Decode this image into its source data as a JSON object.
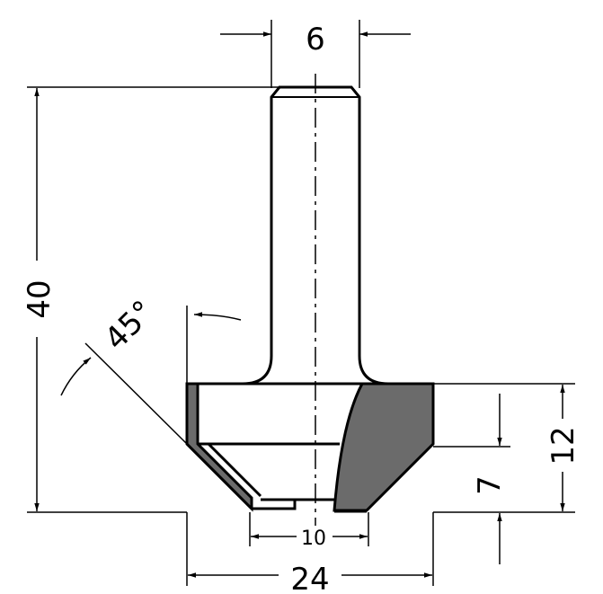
{
  "colors": {
    "background": "#ffffff",
    "line": "#000000",
    "blade_fill": "#6b6b6b"
  },
  "dimensions": {
    "shank_diameter": "6",
    "overall_length": "40",
    "angle": "45°",
    "cut_height": "12",
    "lower_height": "7",
    "bottom_diameter": "10",
    "cut_diameter": "24"
  }
}
